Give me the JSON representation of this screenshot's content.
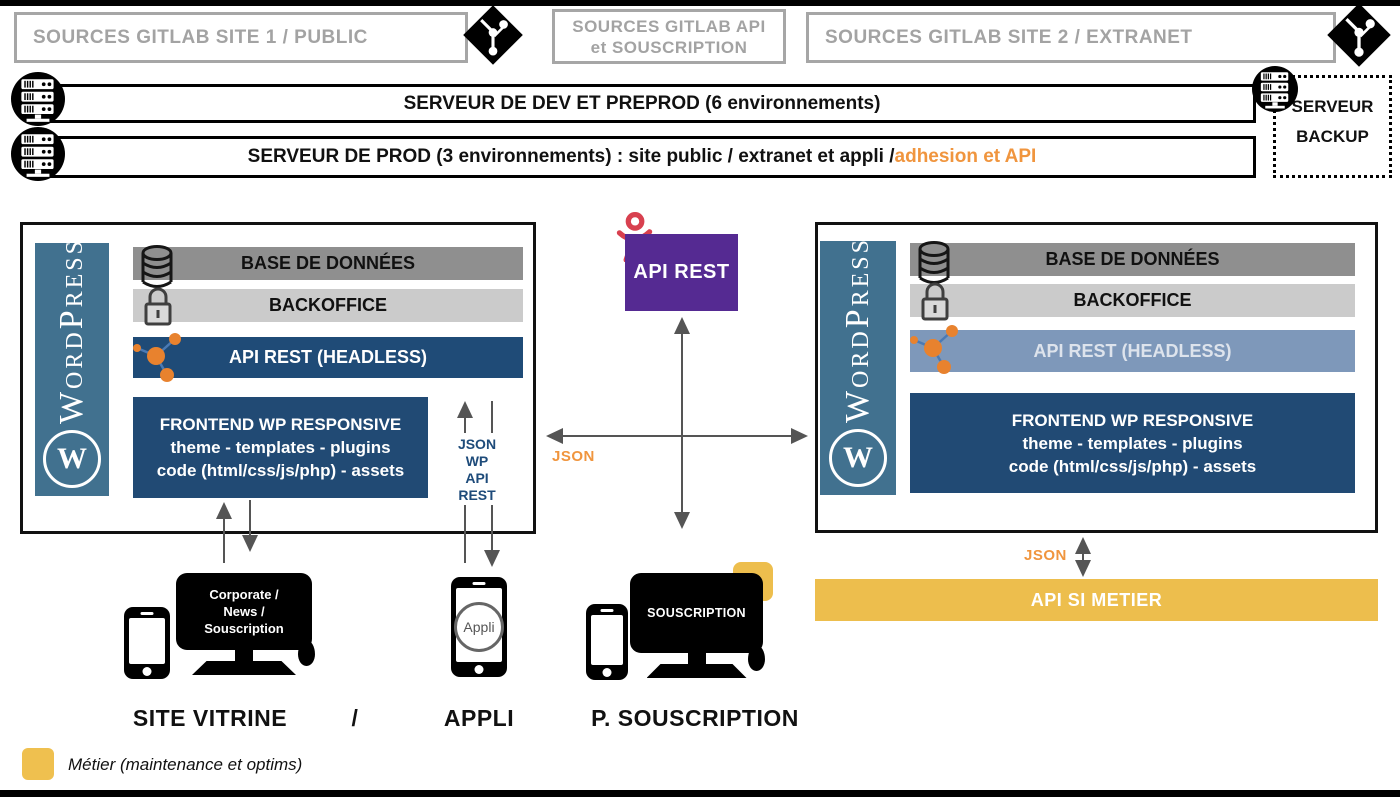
{
  "colors": {
    "accent_orange": "#f0953e",
    "purple": "#552a92",
    "navy": "#1f4b77",
    "muted_blue": "#7e98ba",
    "wordpress_blue": "#41718f",
    "yellow": "#edbe4d",
    "red_icon": "#d8404f",
    "gray_bar": "#8f8f8f",
    "light_gray_bar": "#cbcbcb"
  },
  "sources": {
    "site1": "SOURCES GITLAB SITE 1 / PUBLIC",
    "api_line1": "SOURCES GITLAB API",
    "api_line2": "et SOUSCRIPTION",
    "site2": "SOURCES GITLAB SITE 2 / EXTRANET"
  },
  "servers": {
    "dev": "SERVEUR DE DEV ET PREPROD  (6 environnements)",
    "prod_prefix": "SERVEUR DE PROD (3 environnements) : site public / extranet et appli / ",
    "prod_highlight": "adhesion et API",
    "backup_line1": "SERVEUR",
    "backup_line2": "BACKUP"
  },
  "wp_left": {
    "brand": "WordPress",
    "logo_letter": "W",
    "db": "BASE DE DONNÉES",
    "backoffice": "BACKOFFICE",
    "api": "API REST (HEADLESS)",
    "frontend_l1": "FRONTEND WP RESPONSIVE",
    "frontend_l2": "theme - templates - plugins",
    "frontend_l3": "code (html/css/js/php) - assets"
  },
  "wp_right": {
    "brand": "WordPress",
    "logo_letter": "W",
    "db": "BASE DE DONNÉES",
    "backoffice": "BACKOFFICE",
    "api": "API REST (HEADLESS)",
    "frontend_l1": "FRONTEND WP RESPONSIVE",
    "frontend_l2": "theme - templates - plugins",
    "frontend_l3": "code (html/css/js/php) - assets"
  },
  "center": {
    "api_rest": "API REST",
    "json_label": "JSON"
  },
  "appli_link": {
    "l1": "JSON",
    "l2": "WP",
    "l3": "API",
    "l4": "REST"
  },
  "si_metier": {
    "label": "API SI METIER",
    "json_label": "JSON"
  },
  "clients": {
    "vitrine_screen_l1": "Corporate /",
    "vitrine_screen_l2": "News /",
    "vitrine_screen_l3": "Souscription",
    "vitrine_label": "SITE VITRINE",
    "separator": "/",
    "appli_screen": "Appli",
    "appli_label": "APPLI",
    "souscription_screen": "SOUSCRIPTION",
    "souscription_label": "P. SOUSCRIPTION"
  },
  "legend": {
    "label": "Métier (maintenance et optims)"
  }
}
